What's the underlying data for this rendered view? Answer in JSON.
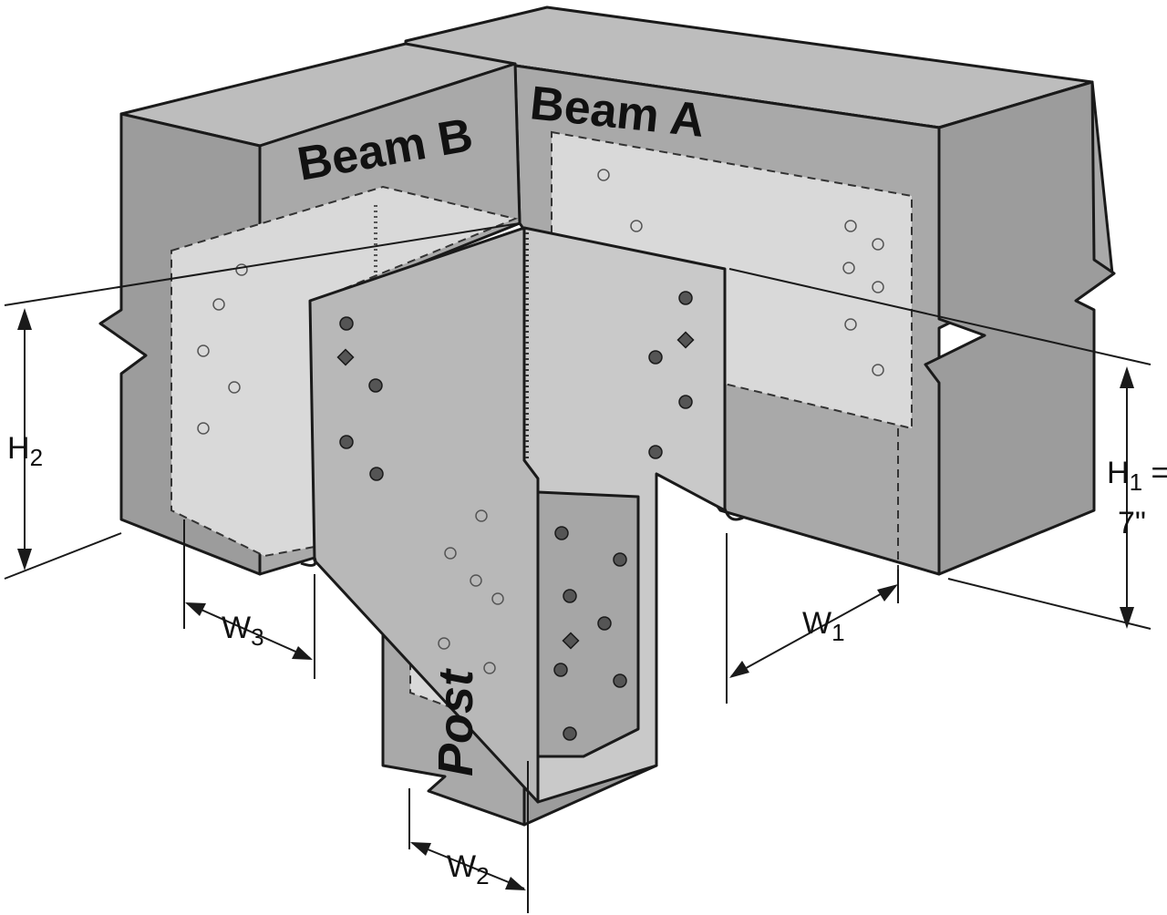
{
  "labels": {
    "beam_a": "Beam A",
    "beam_b": "Beam B",
    "post": "Post"
  },
  "dimensions": {
    "w1": {
      "main": "W",
      "sub": "1"
    },
    "w2": {
      "main": "W",
      "sub": "2"
    },
    "w3": {
      "main": "W",
      "sub": "3"
    },
    "h2": {
      "main": "H",
      "sub": "2"
    },
    "h1": {
      "main": "H",
      "sub": "1",
      "suffix": " =",
      "value": "7\""
    }
  },
  "colors": {
    "beam_face": "#a9a9a9",
    "beam_top": "#bdbdbd",
    "beam_side": "#9c9c9c",
    "bracket": "#c9c9c9",
    "bracket_hidden": "#d9d9d9",
    "outline": "#1a1a1a"
  }
}
